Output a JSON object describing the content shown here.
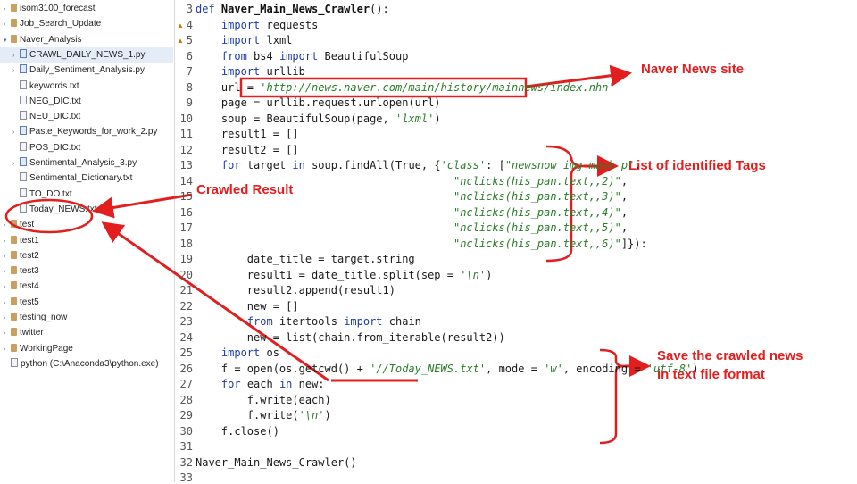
{
  "project_explorer": {
    "items": [
      {
        "label": "isom3100_forecast",
        "type": "project"
      },
      {
        "label": "Job_Search_Update",
        "type": "project"
      },
      {
        "label": "Naver_Analysis",
        "type": "project"
      },
      {
        "label": "CRAWL_DAILY_NEWS_1.py",
        "type": "python"
      },
      {
        "label": "Daily_Sentiment_Analysis.py",
        "type": "python"
      },
      {
        "label": "keywords.txt",
        "type": "file"
      },
      {
        "label": "NEG_DIC.txt",
        "type": "file"
      },
      {
        "label": "NEU_DIC.txt",
        "type": "file"
      },
      {
        "label": "Paste_Keywords_for_work_2.py",
        "type": "python"
      },
      {
        "label": "POS_DIC.txt",
        "type": "file"
      },
      {
        "label": "Sentimental_Analysis_3.py",
        "type": "python"
      },
      {
        "label": "Sentimental_Dictionary.txt",
        "type": "file"
      },
      {
        "label": "TO_DO.txt",
        "type": "file"
      },
      {
        "label": "Today_NEWS.txt",
        "type": "file"
      },
      {
        "label": "test",
        "type": "project"
      },
      {
        "label": "test1",
        "type": "project"
      },
      {
        "label": "test2",
        "type": "project"
      },
      {
        "label": "test3",
        "type": "project"
      },
      {
        "label": "test4",
        "type": "project"
      },
      {
        "label": "test5",
        "type": "project"
      },
      {
        "label": "testing_now",
        "type": "project"
      },
      {
        "label": "twitter",
        "type": "project"
      },
      {
        "label": "WorkingPage",
        "type": "project"
      },
      {
        "label": "python  (C:\\Anaconda3\\python.exe)",
        "type": "interpreter"
      }
    ]
  },
  "editor": {
    "line_numbers": [
      "3",
      "4",
      "5",
      "6",
      "7",
      "8",
      "9",
      "10",
      "11",
      "12",
      "13",
      "14",
      "15",
      "16",
      "17",
      "18",
      "19",
      "20",
      "21",
      "22",
      "23",
      "24",
      "25",
      "26",
      "27",
      "28",
      "29",
      "30",
      "31",
      "32",
      "33"
    ],
    "lines": [
      [
        {
          "t": "def ",
          "c": "kw"
        },
        {
          "t": "Naver_Main_News_Crawler",
          "c": "def"
        },
        {
          "t": "():",
          "c": ""
        }
      ],
      [
        {
          "t": "    ",
          "c": ""
        },
        {
          "t": "import",
          "c": "kw"
        },
        {
          "t": " requests",
          "c": ""
        }
      ],
      [
        {
          "t": "    ",
          "c": ""
        },
        {
          "t": "import",
          "c": "kw"
        },
        {
          "t": " lxml",
          "c": ""
        }
      ],
      [
        {
          "t": "    ",
          "c": ""
        },
        {
          "t": "from",
          "c": "kw"
        },
        {
          "t": " bs4 ",
          "c": ""
        },
        {
          "t": "import",
          "c": "kw"
        },
        {
          "t": " BeautifulSoup",
          "c": ""
        }
      ],
      [
        {
          "t": "    ",
          "c": ""
        },
        {
          "t": "import",
          "c": "kw"
        },
        {
          "t": " urllib",
          "c": ""
        }
      ],
      [
        {
          "t": "    url = ",
          "c": ""
        },
        {
          "t": "'http://news.naver.com/main/history/mainnews/index.nhn'",
          "c": "str"
        }
      ],
      [
        {
          "t": "    page = urllib.request.urlopen(url)",
          "c": ""
        }
      ],
      [
        {
          "t": "    soup = BeautifulSoup(page, ",
          "c": ""
        },
        {
          "t": "'lxml'",
          "c": "str"
        },
        {
          "t": ")",
          "c": ""
        }
      ],
      [
        {
          "t": "    result1 = []",
          "c": ""
        }
      ],
      [
        {
          "t": "    result2 = []",
          "c": ""
        }
      ],
      [
        {
          "t": "    ",
          "c": ""
        },
        {
          "t": "for",
          "c": "kw"
        },
        {
          "t": " target ",
          "c": ""
        },
        {
          "t": "in",
          "c": "kw"
        },
        {
          "t": " soup.findAll(True, {",
          "c": ""
        },
        {
          "t": "'class'",
          "c": "str"
        },
        {
          "t": ": [",
          "c": ""
        },
        {
          "t": "\"newsnow_img_mask_p\"",
          "c": "str"
        },
        {
          "t": ",",
          "c": ""
        }
      ],
      [
        {
          "t": "                                        ",
          "c": ""
        },
        {
          "t": "\"nclicks(his_pan.text,,2)\"",
          "c": "str"
        },
        {
          "t": ",",
          "c": ""
        }
      ],
      [
        {
          "t": "                                        ",
          "c": ""
        },
        {
          "t": "\"nclicks(his_pan.text,,3)\"",
          "c": "str"
        },
        {
          "t": ",",
          "c": ""
        }
      ],
      [
        {
          "t": "                                        ",
          "c": ""
        },
        {
          "t": "\"nclicks(his_pan.text,,4)\"",
          "c": "str"
        },
        {
          "t": ",",
          "c": ""
        }
      ],
      [
        {
          "t": "                                        ",
          "c": ""
        },
        {
          "t": "\"nclicks(his_pan.text,,5)\"",
          "c": "str"
        },
        {
          "t": ",",
          "c": ""
        }
      ],
      [
        {
          "t": "                                        ",
          "c": ""
        },
        {
          "t": "\"nclicks(his_pan.text,,6)\"",
          "c": "str"
        },
        {
          "t": "]}):",
          "c": ""
        }
      ],
      [
        {
          "t": "        date_title = target.string",
          "c": ""
        }
      ],
      [
        {
          "t": "        result1 = date_title.split(sep = ",
          "c": ""
        },
        {
          "t": "'\\n'",
          "c": "str"
        },
        {
          "t": ")",
          "c": ""
        }
      ],
      [
        {
          "t": "        result2.append(result1)",
          "c": ""
        }
      ],
      [
        {
          "t": "        new = []",
          "c": ""
        }
      ],
      [
        {
          "t": "        ",
          "c": ""
        },
        {
          "t": "from",
          "c": "kw"
        },
        {
          "t": " itertools ",
          "c": ""
        },
        {
          "t": "import",
          "c": "kw"
        },
        {
          "t": " chain",
          "c": ""
        }
      ],
      [
        {
          "t": "        new = list(chain.from_iterable(result2))",
          "c": ""
        }
      ],
      [
        {
          "t": "    ",
          "c": ""
        },
        {
          "t": "import",
          "c": "kw"
        },
        {
          "t": " os",
          "c": ""
        }
      ],
      [
        {
          "t": "    f = open(os.getcwd() + ",
          "c": ""
        },
        {
          "t": "'//Today_NEWS.txt'",
          "c": "str"
        },
        {
          "t": ", mode = ",
          "c": ""
        },
        {
          "t": "'w'",
          "c": "str"
        },
        {
          "t": ", encoding = ",
          "c": ""
        },
        {
          "t": "'utf-8'",
          "c": "str"
        },
        {
          "t": ")",
          "c": ""
        }
      ],
      [
        {
          "t": "    ",
          "c": ""
        },
        {
          "t": "for",
          "c": "kw"
        },
        {
          "t": " each ",
          "c": ""
        },
        {
          "t": "in",
          "c": "kw"
        },
        {
          "t": " new:",
          "c": ""
        }
      ],
      [
        {
          "t": "        f.write(each)",
          "c": ""
        }
      ],
      [
        {
          "t": "        f.write(",
          "c": ""
        },
        {
          "t": "'\\n'",
          "c": "str"
        },
        {
          "t": ")",
          "c": ""
        }
      ],
      [
        {
          "t": "    f.close()",
          "c": ""
        }
      ],
      [
        {
          "t": "",
          "c": ""
        }
      ],
      [
        {
          "t": "Naver_Main_News_Crawler()",
          "c": ""
        }
      ],
      [
        {
          "t": "",
          "c": ""
        }
      ]
    ]
  },
  "annotations": {
    "naver_site": "Naver News site",
    "tags": "List of identified Tags",
    "crawled_result": "Crawled Result",
    "save_line1": "Save the crawled news",
    "save_line2": "in text file format"
  },
  "colors": {
    "annotation": "#e31e1e",
    "keyword": "#1e3ca8",
    "string": "#2a7d2a"
  },
  "icons": {
    "project": "folder-icon",
    "python": "python-file-icon",
    "file": "text-file-icon",
    "interpreter": "python-interpreter-icon"
  }
}
